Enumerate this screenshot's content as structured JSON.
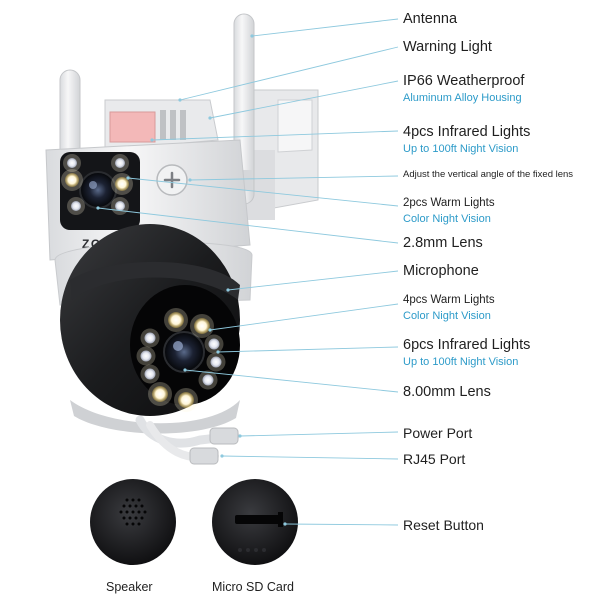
{
  "brand": "ZOSI",
  "accent_color": "#2d9bc9",
  "leader_color": "#8ec9de",
  "callouts": [
    {
      "id": "antenna",
      "label": "Antenna",
      "sub": ""
    },
    {
      "id": "warning-light",
      "label": "Warning Light",
      "sub": ""
    },
    {
      "id": "weatherproof",
      "label": "IP66 Weatherproof",
      "sub": "Aluminum Alloy Housing"
    },
    {
      "id": "infrared-4",
      "label": "4pcs Infrared Lights",
      "sub": "Up to 100ft Night Vision"
    },
    {
      "id": "adjust-angle",
      "label": "Adjust the vertical angle of the fixed lens",
      "sub": ""
    },
    {
      "id": "warm-2",
      "label": "2pcs Warm Lights",
      "sub": "Color Night Vision"
    },
    {
      "id": "lens-2-8",
      "label": "2.8mm Lens",
      "sub": ""
    },
    {
      "id": "microphone",
      "label": "Microphone",
      "sub": ""
    },
    {
      "id": "warm-4",
      "label": "4pcs Warm Lights",
      "sub": "Color Night Vision"
    },
    {
      "id": "infrared-6",
      "label": "6pcs Infrared Lights",
      "sub": "Up to 100ft Night Vision"
    },
    {
      "id": "lens-8",
      "label": "8.00mm Lens",
      "sub": ""
    },
    {
      "id": "power-port",
      "label": "Power Port",
      "sub": ""
    },
    {
      "id": "rj45-port",
      "label": "RJ45 Port",
      "sub": ""
    },
    {
      "id": "reset-button",
      "label": "Reset Button",
      "sub": ""
    }
  ],
  "captions": {
    "speaker": "Speaker",
    "sd_card": "Micro SD Card"
  }
}
